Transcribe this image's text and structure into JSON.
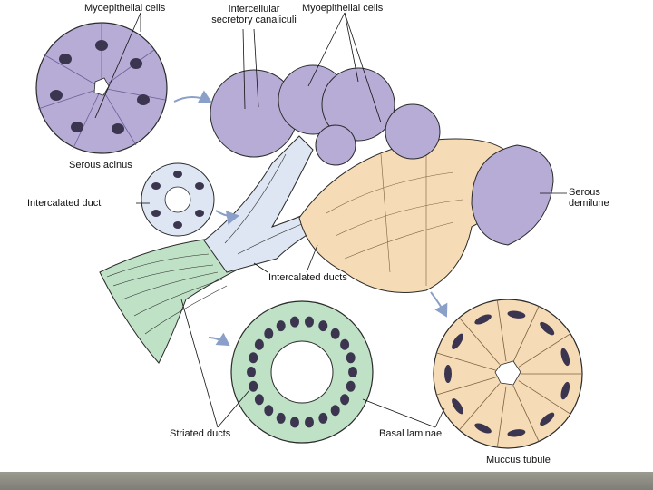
{
  "labels": {
    "myoepithelial_cells_left": "Myoepithelial cells",
    "intercellular_line1": "Intercellular",
    "intercellular_line2": "secretory canaliculi",
    "myoepithelial_cells_right": "Myoepithelial cells",
    "serous_acinus": "Serous acinus",
    "intercalated_duct": "Intercalated duct",
    "serous_demilune_line1": "Serous",
    "serous_demilune_line2": "demilune",
    "intercalated_ducts": "Intercalated ducts",
    "striated_ducts": "Striated ducts",
    "basal_laminae": "Basal laminae",
    "mucous_tubule": "Muccus tubule"
  },
  "colors": {
    "serous": "#b6acd6",
    "serous_dark": "#6c5f9a",
    "intercalated": "#dde6f2",
    "striated": "#bfe1c6",
    "mucous": "#f6dcb6",
    "nucleus": "#3c3550",
    "outline": "#2a2a2a",
    "frame": "#8a8a80"
  }
}
